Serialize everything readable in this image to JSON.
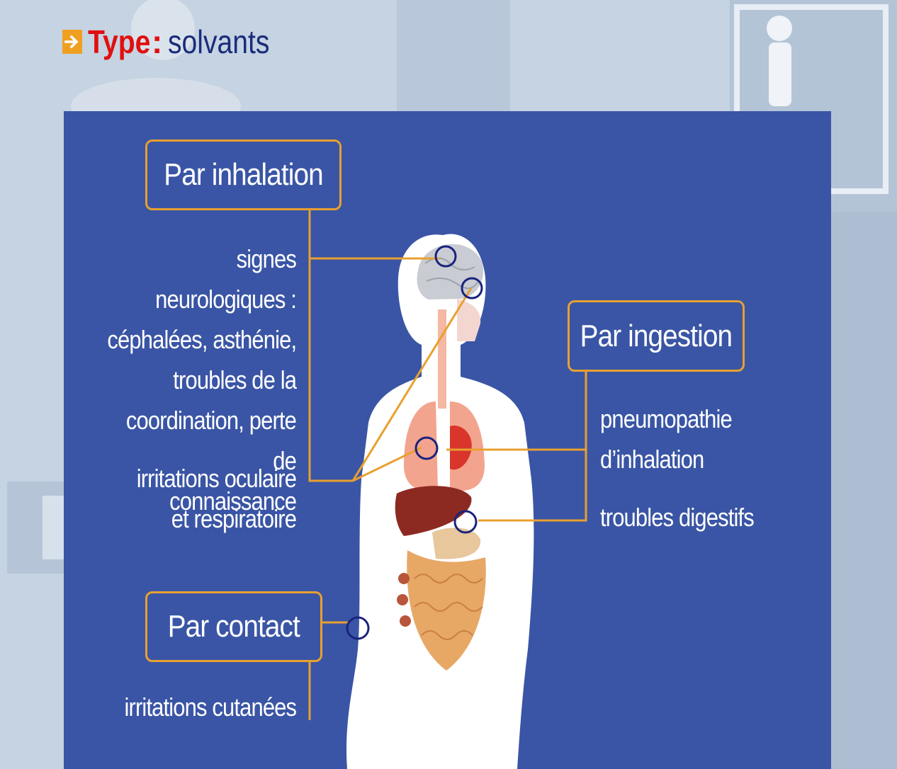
{
  "slide": {
    "title_label": "Type",
    "title_colon": ":",
    "title_value": "solvants"
  },
  "routes": {
    "inhalation": {
      "label": "Par inhalation",
      "effects_neuro": "signes neurologiques : céphalées, asthénie, troubles de la coordination, perte de connaissance",
      "effects_neuro_lines": [
        "signes neurologiques :",
        "céphalées, asthénie,",
        "troubles de la",
        "coordination, perte de",
        "connaissance"
      ],
      "effects_irritation_lines": [
        "irritations oculaire",
        "et respiratoire"
      ]
    },
    "ingestion": {
      "label": "Par ingestion",
      "effects_lines": [
        "pneumopathie",
        "d’inhalation"
      ],
      "effects_digestive": "troubles digestifs"
    },
    "contact": {
      "label": "Par contact",
      "effects": "irritations cutanées"
    }
  },
  "colors": {
    "panel": "#3a55a5",
    "connector": "#e8a030",
    "marker": "#1a237e",
    "title_accent": "#e01010",
    "title_value": "#1a2c7a"
  },
  "icons": {
    "header": "arrow-right-icon",
    "figure": "human-anatomy-figure",
    "markers": [
      "brain-marker",
      "eye-marker",
      "lung-marker",
      "stomach-marker",
      "skin-marker"
    ]
  }
}
